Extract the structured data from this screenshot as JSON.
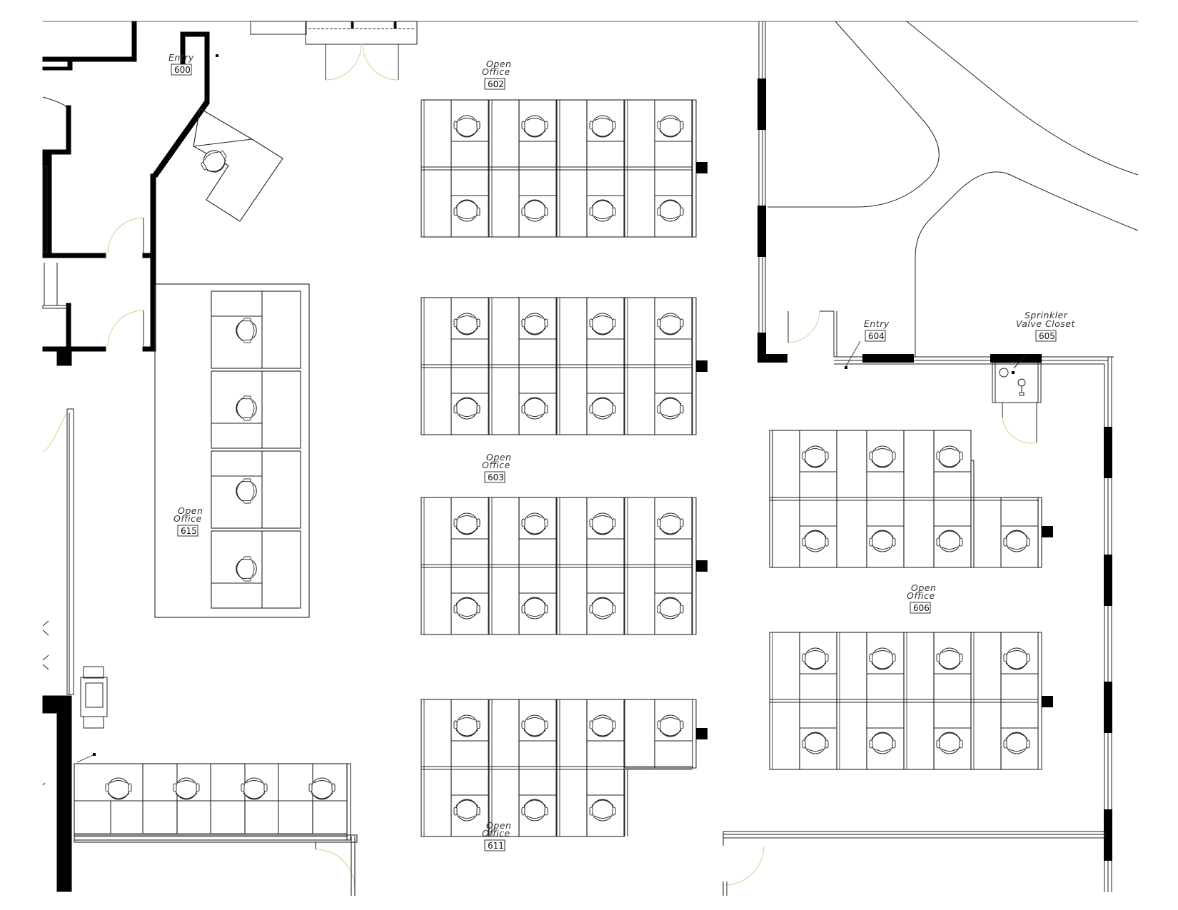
{
  "rooms": [
    {
      "id": "entry-600",
      "name": "Entry",
      "number": "600"
    },
    {
      "id": "open-office-602",
      "name_lines": [
        "Open",
        "Office"
      ],
      "number": "602"
    },
    {
      "id": "open-office-603",
      "name_lines": [
        "Open",
        "Office"
      ],
      "number": "603"
    },
    {
      "id": "entry-604",
      "name": "Entry",
      "number": "604"
    },
    {
      "id": "sprinkler-605",
      "name_lines": [
        "Sprinkler",
        "Valve Closet"
      ],
      "number": "605"
    },
    {
      "id": "open-office-606",
      "name_lines": [
        "Open",
        "Office"
      ],
      "number": "606"
    },
    {
      "id": "open-office-611",
      "name_lines": [
        "Open",
        "Office"
      ],
      "number": "611"
    },
    {
      "id": "open-office-615",
      "name_lines": [
        "Open",
        "Office"
      ],
      "number": "615"
    }
  ],
  "colors": {
    "wall": "#000000",
    "line": "#222222",
    "door_swing": "#d8cf8a"
  }
}
